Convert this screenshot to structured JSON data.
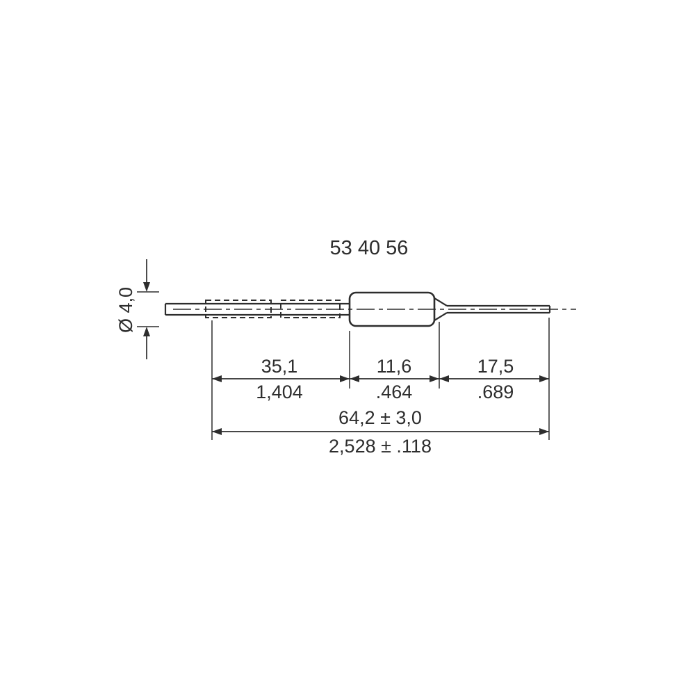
{
  "title": "53 40 56",
  "drawing": {
    "diameter_label": "Ø 4,0",
    "dimensions": {
      "segment1": {
        "mm": "35,1",
        "inch": "1,404"
      },
      "segment2": {
        "mm": "11,6",
        "inch": ".464"
      },
      "segment3": {
        "mm": "17,5",
        "inch": ".689"
      },
      "overall": {
        "mm": "64,2 ± 3,0",
        "inch": "2,528 ± .118"
      }
    }
  },
  "colors": {
    "line": "#2d2d2d",
    "background": "#ffffff"
  }
}
